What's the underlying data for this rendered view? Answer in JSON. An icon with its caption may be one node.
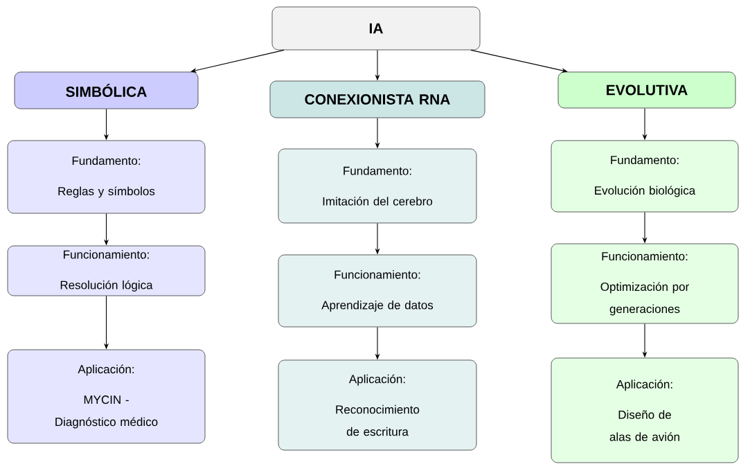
{
  "diagram": {
    "nodes": [
      {
        "text": [
          "IA"
        ]
      },
      {
        "text": [
          "SIMBÓLICA"
        ]
      },
      {
        "text": [
          "CONEXIONISTA RNA"
        ]
      },
      {
        "text": [
          "EVOLUTIVA"
        ]
      },
      {
        "text": [
          "Fundamento:",
          "Reglas y símbolos"
        ]
      },
      {
        "text": [
          "Funcionamiento:",
          "Resolución lógica"
        ]
      },
      {
        "text": [
          "Aplicación:",
          "MYCIN - Diagnóstico médico"
        ]
      },
      {
        "text": [
          "Fundamento:",
          "Imitación del cerebro"
        ]
      },
      {
        "text": [
          "Funcionamiento:",
          "Aprendizaje de datos"
        ]
      },
      {
        "text": [
          "Aplicación:",
          "Reconocimiento de escritura"
        ]
      },
      {
        "text": [
          "Fundamento:",
          "Evolución biológica"
        ]
      },
      {
        "text": [
          "Funcionamiento:",
          "Optimización por generaciones"
        ]
      },
      {
        "text": [
          "Aplicación:",
          "Diseño de alas de avión"
        ]
      }
    ],
    "edges": [
      {
        "from": 0,
        "to": 1,
        "arrow": "to"
      },
      {
        "from": 0,
        "to": 2,
        "arrow": "to"
      },
      {
        "from": 0,
        "to": 3,
        "arrow": "to"
      },
      {
        "from": 1,
        "to": 4,
        "arrow": "to"
      },
      {
        "from": 4,
        "to": 5,
        "arrow": "to"
      },
      {
        "from": 5,
        "to": 6,
        "arrow": "to"
      },
      {
        "from": 2,
        "to": 7,
        "arrow": "to"
      },
      {
        "from": 7,
        "to": 8,
        "arrow": "to"
      },
      {
        "from": 8,
        "to": 9,
        "arrow": "to"
      },
      {
        "from": 3,
        "to": 10,
        "arrow": "to"
      },
      {
        "from": 10,
        "to": 11,
        "arrow": "to"
      },
      {
        "from": 11,
        "to": 12,
        "arrow": "to"
      }
    ]
  }
}
